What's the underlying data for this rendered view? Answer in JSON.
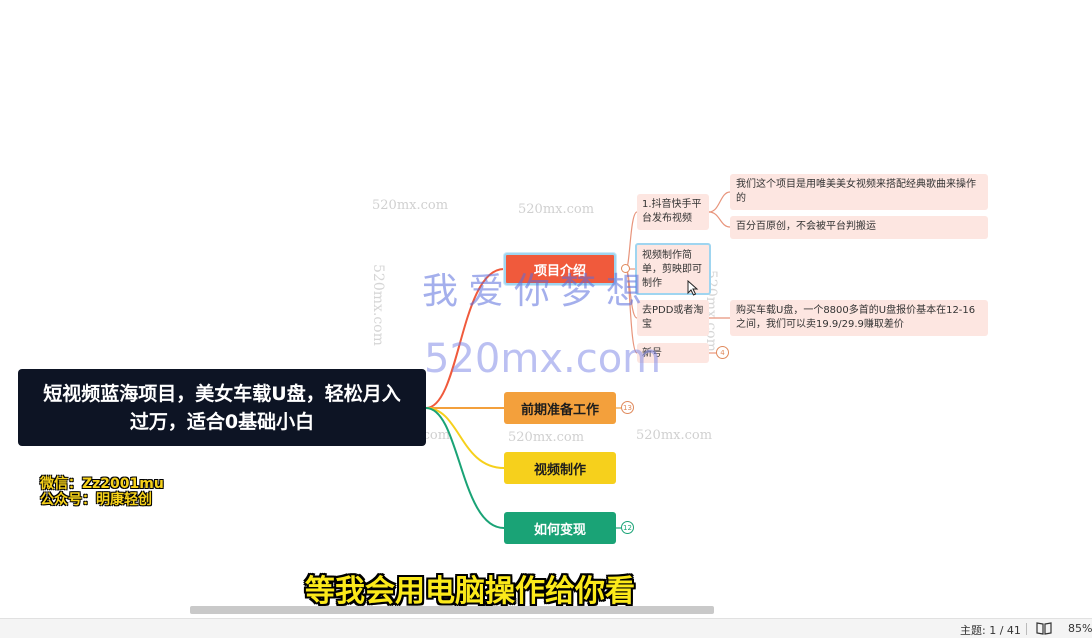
{
  "mindmap": {
    "root": "短视频蓝海项目，美女车载U盘，轻松月入过万，适合0基础小白",
    "branches": [
      {
        "label": "项目介绍"
      },
      {
        "label": "前期准备工作",
        "badge": "13"
      },
      {
        "label": "视频制作"
      },
      {
        "label": "如何变现",
        "badge": "12"
      }
    ],
    "intro_children": [
      {
        "label": "1.抖音快手平台发布视频"
      },
      {
        "label": "视频制作简单，剪映即可制作"
      },
      {
        "label": "去PDD或者淘宝"
      },
      {
        "label": "新号",
        "badge": "4"
      }
    ],
    "leaves": [
      {
        "label": "我们这个项目是用唯美美女视频来搭配经典歌曲来操作的"
      },
      {
        "label": "百分百原创，不会被平台判搬运"
      },
      {
        "label": "购买车载U盘，一个8800多首的U盘报价基本在12-16之间，我们可以卖19.9/29.9赚取差价"
      }
    ]
  },
  "watermarks": {
    "small": "520mx.com",
    "big_cn": "我爱你梦想",
    "big_url": "520mx.com"
  },
  "contact": {
    "wechat": "微信：Zz2001mu",
    "official": "公众号：明康轻创"
  },
  "subtitle": "等我会用电脑操作给你看",
  "statusbar": {
    "topic": "主题: 1 / 41",
    "zoom": "85%"
  },
  "colors": {
    "intro": "#f05a3c",
    "prep": "#f3a03c",
    "video": "#f6d01c",
    "money": "#1aa376",
    "root_bg": "#0d1424",
    "subtitle": "#fbe91a"
  },
  "icons": [
    "cursor-icon",
    "book-icon"
  ]
}
